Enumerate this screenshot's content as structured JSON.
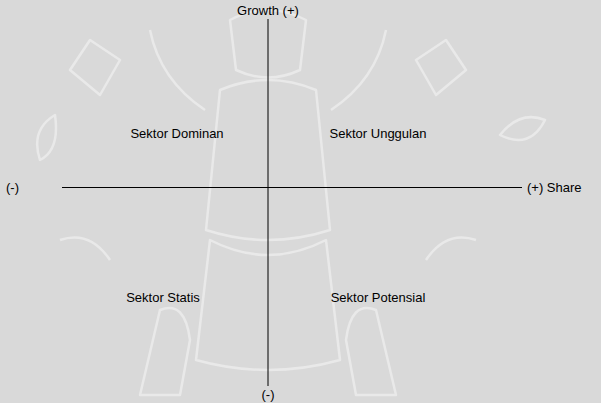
{
  "diagram": {
    "labels": [
      "Growth (+)",
      "Sektor Dominan",
      "Sektor Unggulan",
      "(-)",
      "(+) Share",
      "Sektor Statis",
      "Sektor Potensial",
      "(-)"
    ]
  }
}
